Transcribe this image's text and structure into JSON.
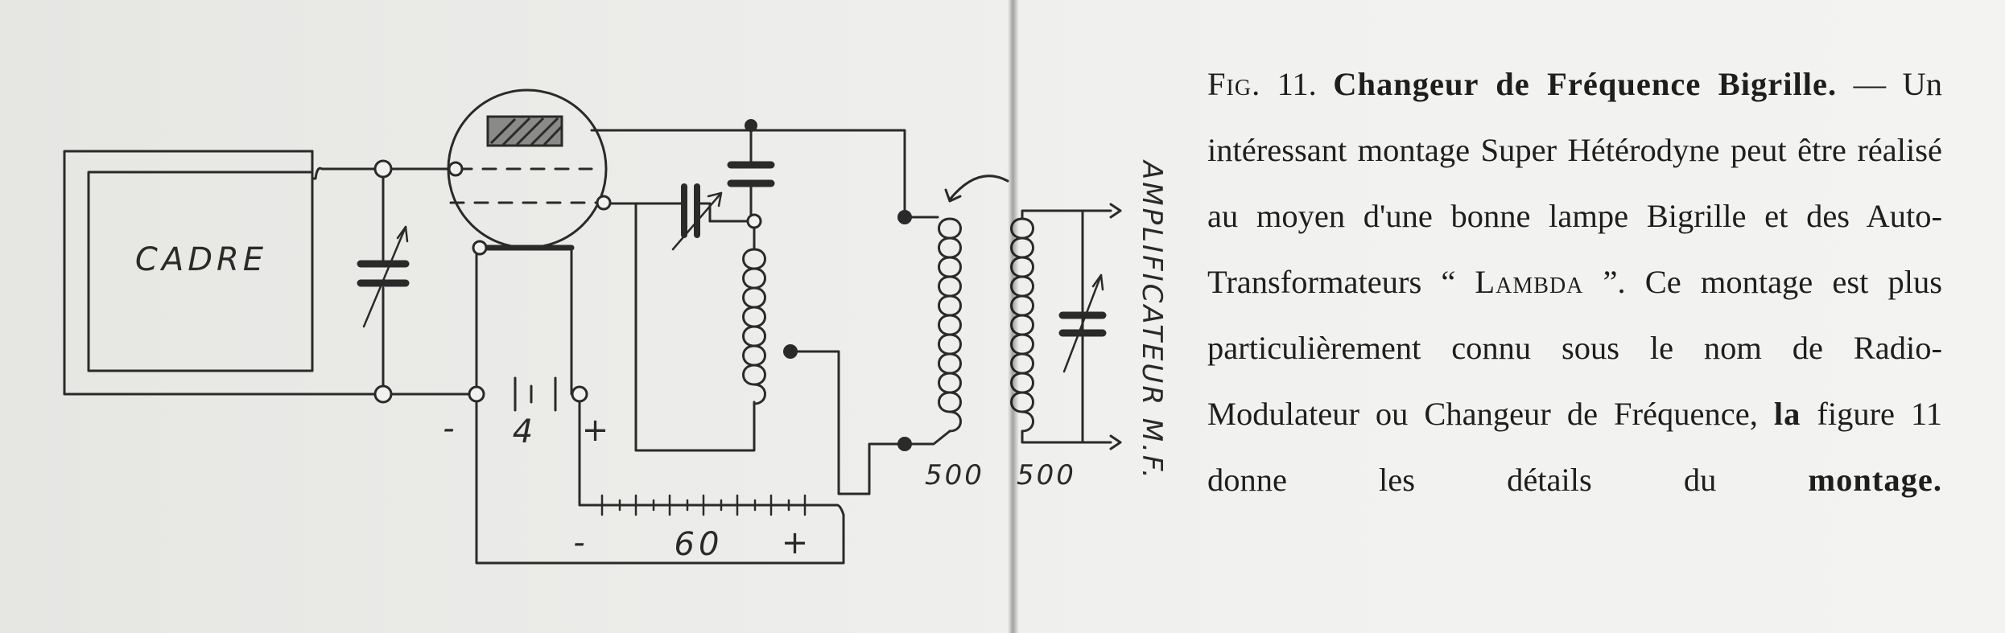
{
  "diagram": {
    "labels": {
      "frame": "CADRE",
      "battery_low_voltage": "4",
      "battery_low_minus": "-",
      "battery_low_plus": "+",
      "battery_high_voltage": "60",
      "battery_high_minus": "-",
      "battery_high_plus": "+",
      "coil_primary": "500",
      "coil_secondary": "500",
      "output": "AMPLIFICATEUR M.F."
    }
  },
  "caption": {
    "fig_label": "Fig.",
    "fig_number": "11.",
    "title": "Changeur de Fréquence Bigrille.",
    "dash": "—",
    "text_1": "Un intéressant montage Super Hétérodyne peut être réalisé au moyen d'une bonne lampe Bigrille et des Auto-Transformateurs “ ",
    "brand": "Lambda",
    "text_2": " ”. Ce montage est plus particulièrement connu sous le nom de Radio-Modulateur ou Changeur de Fréquence,",
    "bold_tail": "la",
    "text_3": "figure 11 donne les détails du",
    "bold_end": "montage."
  }
}
